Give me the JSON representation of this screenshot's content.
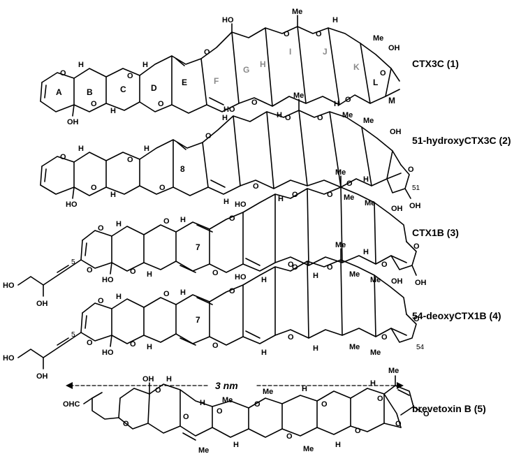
{
  "compounds": [
    {
      "name": "CTX3C (1)"
    },
    {
      "name": "51-hydroxyCTX3C (2)"
    },
    {
      "name": "CTX1B (3)"
    },
    {
      "name": "54-deoxyCTX1B (4)"
    },
    {
      "name": "brevetoxin B (5)"
    }
  ],
  "ring_letters": [
    "A",
    "B",
    "C",
    "D",
    "E",
    "F",
    "G",
    "H",
    "I",
    "J",
    "K",
    "L",
    "M"
  ],
  "ring_number_8": "8",
  "ring_number_7": "7",
  "atom_labels": {
    "O": "O",
    "H": "H",
    "OH": "OH",
    "HO": "HO",
    "Me": "Me",
    "OHC": "OHC"
  },
  "locants": {
    "c51": "51",
    "c5": "5",
    "c54": "54"
  },
  "scale_label": "3 nm",
  "colors": {
    "ink": "#000000",
    "ring_label_grey": "#8a8a8a",
    "background": "#ffffff"
  }
}
